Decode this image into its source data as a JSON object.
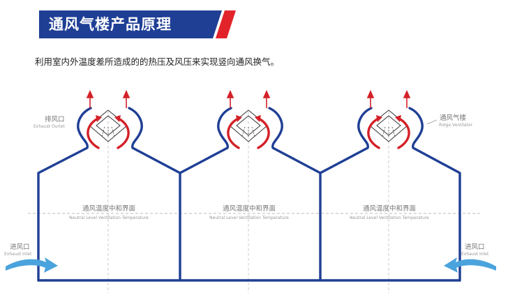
{
  "title": "通风气楼产品原理",
  "subtitle": "利用室内外温度差所造成的的热压及风压来实现竖向通风换气。",
  "labels": {
    "exhaust_outlet_zh": "排风口",
    "exhaust_outlet_en": "Exhaust Ourlet",
    "ridge_ventilator_zh": "通风气楼",
    "ridge_ventilator_en": "Ridge Ventilator",
    "inlet_left_zh": "进风口",
    "inlet_left_en": "Exhaust Inlet",
    "inlet_right_zh": "进风口",
    "inlet_right_en": "Exhaust Inlet"
  },
  "neutral_level": [
    {
      "zh": "通风温度中和界面",
      "en": "Neutral Level Ventilation Temperature"
    },
    {
      "zh": "通风温度中和界面",
      "en": "Neutral Level Ventilation Temperature"
    },
    {
      "zh": "通风温度中和界面",
      "en": "Neutral Level Ventilation Temperature"
    }
  ],
  "colors": {
    "structure_blue": "#1f3f95",
    "airflow_red": "#d42027",
    "inlet_arrow_blue": "#4aa3dc",
    "title_bg": "#1f3f95",
    "title_slash": "#e2232a"
  }
}
